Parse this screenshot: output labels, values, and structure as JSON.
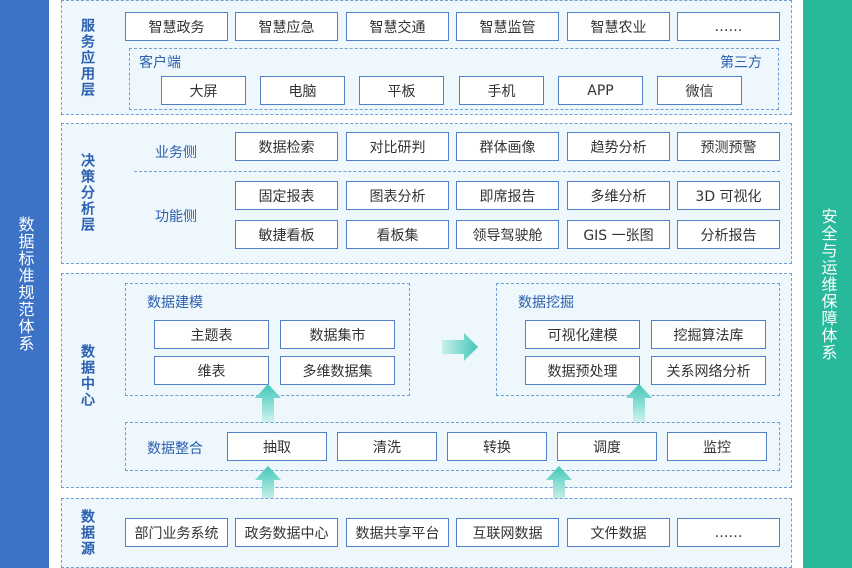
{
  "left_bar": "数据标准规范体系",
  "right_bar": "安全与运维保障体系",
  "service_layer": {
    "title": "服务应用层",
    "apps": [
      "智慧政务",
      "智慧应急",
      "智慧交通",
      "智慧监管",
      "智慧农业",
      "……"
    ],
    "client_label": "客户端",
    "third_party_label": "第三方",
    "clients": [
      "大屏",
      "电脑",
      "平板",
      "手机",
      "APP",
      "微信"
    ]
  },
  "decision_layer": {
    "title": "决策分析层",
    "business_label": "业务侧",
    "business": [
      "数据检索",
      "对比研判",
      "群体画像",
      "趋势分析",
      "预测预警"
    ],
    "function_label": "功能侧",
    "function_row1": [
      "固定报表",
      "图表分析",
      "即席报告",
      "多维分析",
      "3D 可视化"
    ],
    "function_row2": [
      "敏捷看板",
      "看板集",
      "领导驾驶舱",
      "GIS 一张图",
      "分析报告"
    ]
  },
  "data_center": {
    "title": "数据中心",
    "modeling_title": "数据建模",
    "modeling": [
      "主题表",
      "数据集市",
      "维表",
      "多维数据集"
    ],
    "mining_title": "数据挖掘",
    "mining": [
      "可视化建模",
      "挖掘算法库",
      "数据预处理",
      "关系网络分析"
    ],
    "integration_title": "数据整合",
    "integration": [
      "抽取",
      "清洗",
      "转换",
      "调度",
      "监控"
    ]
  },
  "data_source": {
    "title": "数据源",
    "items": [
      "部门业务系统",
      "政务数据中心",
      "数据共享平台",
      "互联网数据",
      "文件数据",
      "……"
    ]
  },
  "colors": {
    "left_bar": "#3c73c6",
    "right_bar": "#27b99a",
    "panel_bg": "#eef7fb",
    "accent_text": "#2d60b0",
    "arrow": "#42c7b8"
  }
}
